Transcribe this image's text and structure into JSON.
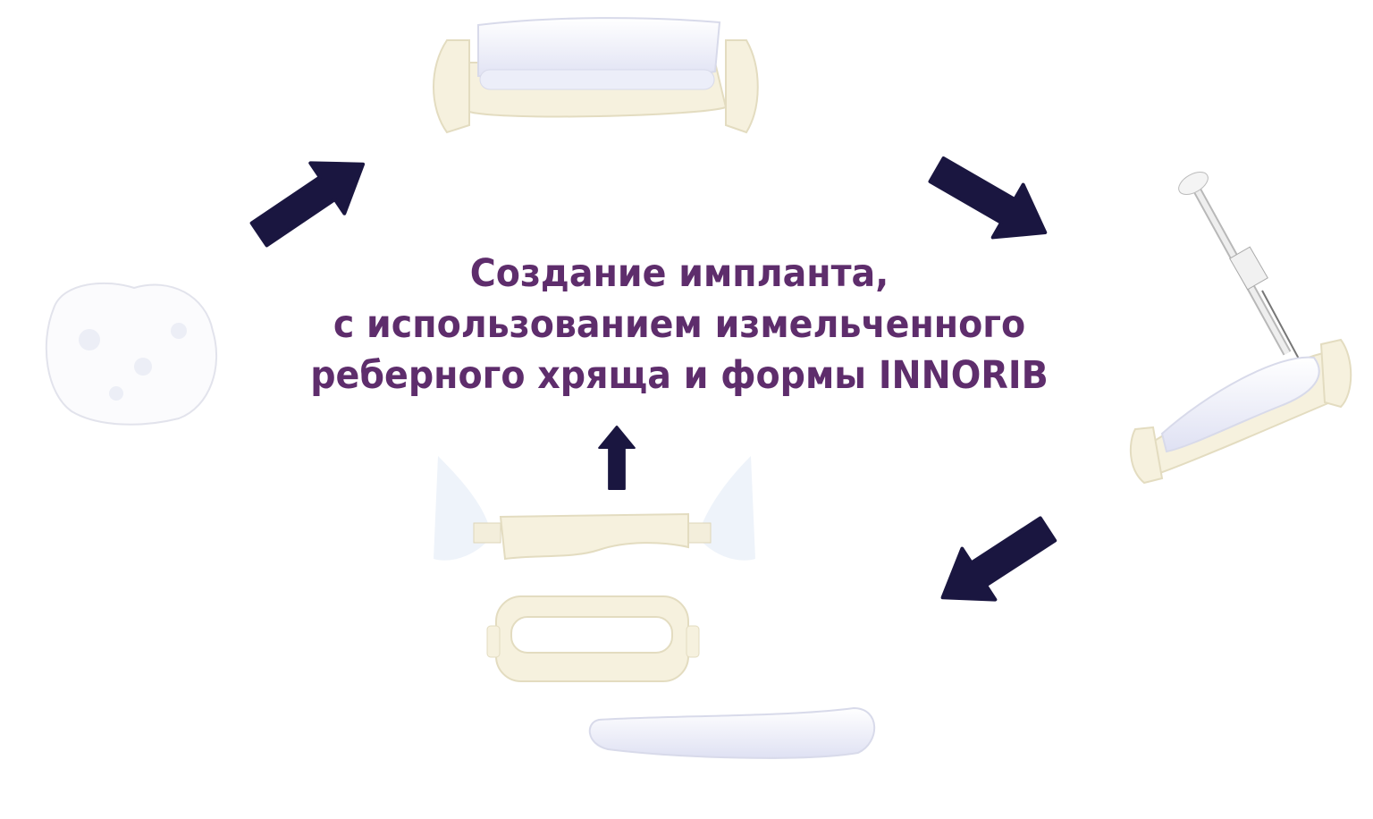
{
  "title": {
    "lines": [
      "Создание импланта,",
      "с использованием измельченного",
      "реберного хряща и формы INNORIB"
    ]
  },
  "colors": {
    "title": "#5e2d6c",
    "arrow": "#1a1640",
    "mold": "#f5f0dc",
    "cartilage": "#eef0fa"
  }
}
